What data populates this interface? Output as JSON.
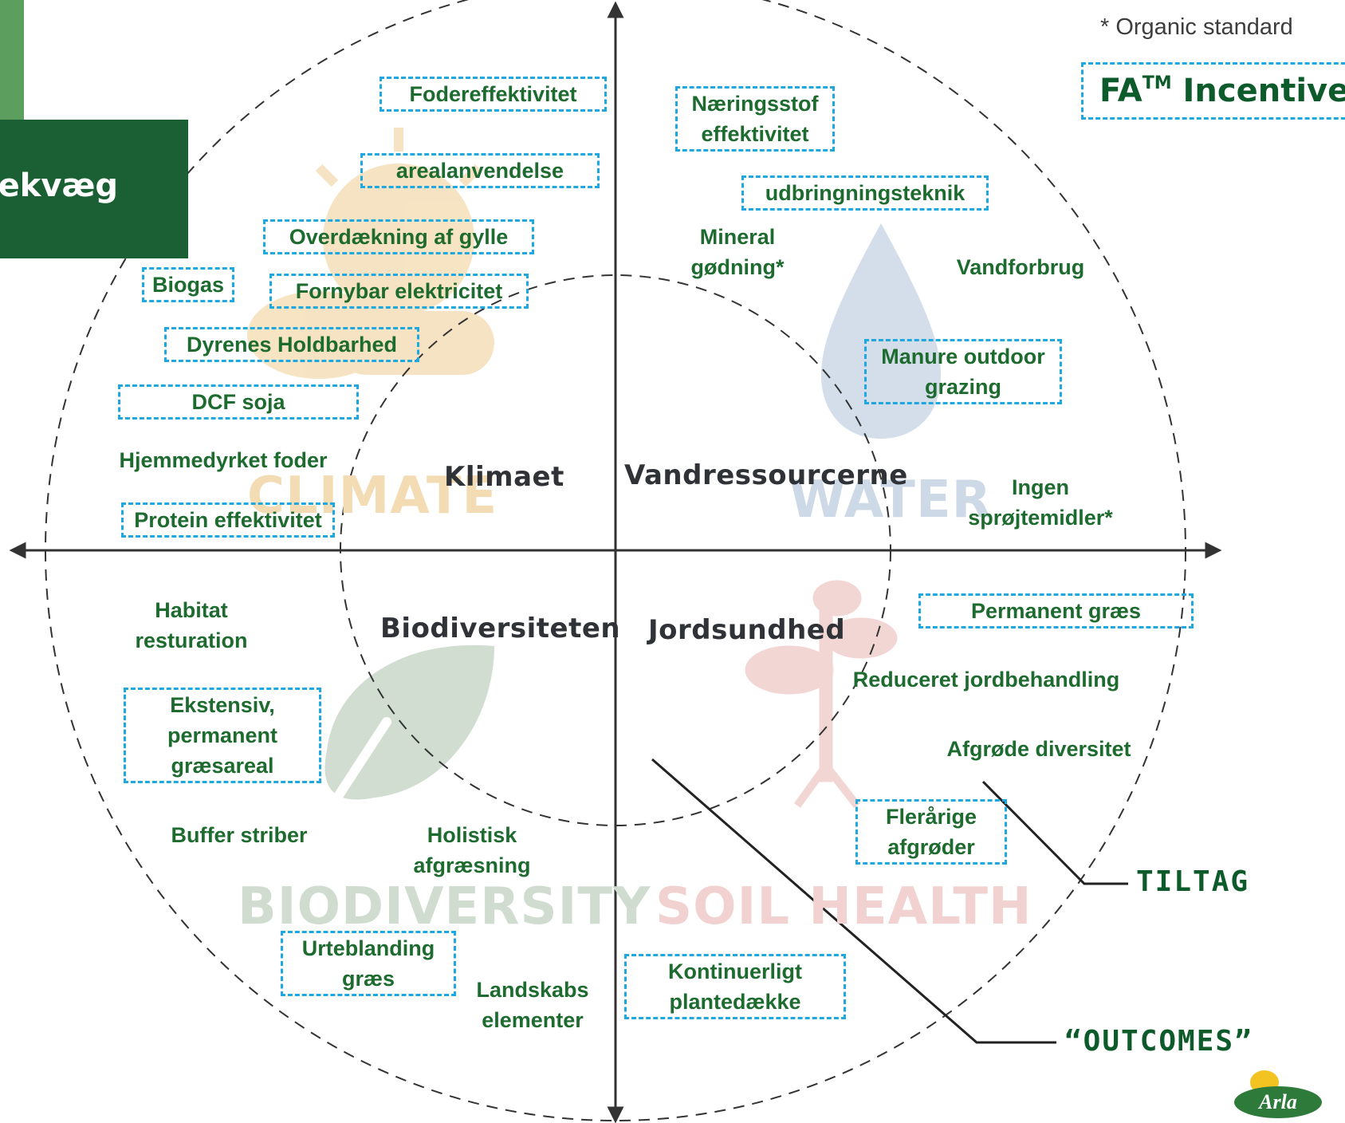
{
  "header": {
    "title_fragment": "ekvæg"
  },
  "note": "* Organic standard",
  "incentive": {
    "prefix": "FA",
    "sup": "TM",
    "suffix": " Incentive"
  },
  "quadrants": {
    "climate": "Klimaet",
    "water": "Vandressourcerne",
    "biodiversity": "Biodiversiteten",
    "soil": "Jordsundhed"
  },
  "watermarks": {
    "climate": "CLIMATE",
    "water": "WATER",
    "biodiversity": "BIODIVERSITY",
    "soil": "SOIL HEALTH"
  },
  "watermark_colors": {
    "climate": "#f3dcb3",
    "water": "#cdd9e6",
    "biodiversity": "#cfdccf",
    "soil": "#f1d2d0"
  },
  "legend": {
    "tiltag": "TILTAG",
    "outcomes": "“OUTCOMES”"
  },
  "measures": {
    "fodereffektivitet": "Fodereffektivitet",
    "arealanvendelse": "arealanvendelse",
    "overdaekning": "Overdækning af gylle",
    "biogas": "Biogas",
    "fornybar": "Fornybar elektricitet",
    "dyrenes": "Dyrenes Holdbarhed",
    "dcf": "DCF soja",
    "hjemmedyrket": "Hjemmedyrket foder",
    "protein": "Protein effektivitet",
    "naeringsstof": "Næringsstof\neffektivitet",
    "udbringning": "udbringningsteknik",
    "mineral": "Mineral\ngødning*",
    "vandforbrug": "Vandforbrug",
    "manure": "Manure outdoor\ngrazing",
    "ingen": "Ingen\nsprøjtemidler*",
    "habitat": "Habitat\nresturation",
    "ekstensiv": "Ekstensiv,\npermanent\ngræsareal",
    "buffer": "Buffer striber",
    "holistisk": "Holistisk\nafgræsning",
    "urteblanding": "Urteblanding\ngræs",
    "landskabs": "Landskabs\nelementer",
    "permanent": "Permanent græs",
    "reduceret": "Reduceret jordbehandling",
    "afgrode": "Afgrøde diversitet",
    "flerarige": "Flerårige\nafgrøder",
    "kontinuerligt": "Kontinuerligt\nplantedække"
  },
  "logo": {
    "text": "Arla"
  }
}
